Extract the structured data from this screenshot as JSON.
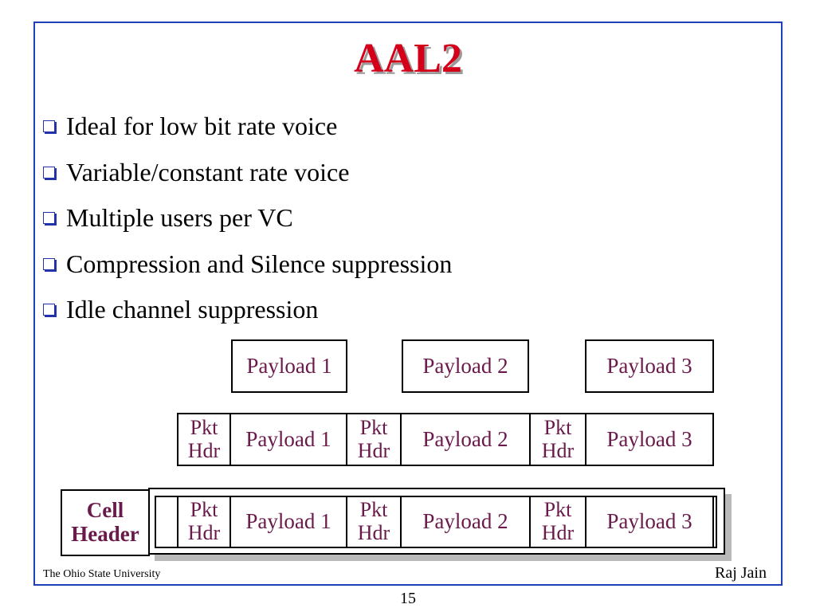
{
  "slide": {
    "title": "AAL2",
    "bullets": [
      "Ideal for low bit rate voice",
      "Variable/constant rate voice",
      "Multiple users per VC",
      "Compression and Silence suppression",
      "Idle channel suppression"
    ],
    "bullet_icon": "hollow-square-bullet-icon"
  },
  "diagram": {
    "payload_row": [
      "Payload 1",
      "Payload 2",
      "Payload 3"
    ],
    "packet_row": {
      "pkt_hdr": "Pkt Hdr",
      "payloads": [
        "Payload 1",
        "Payload 2",
        "Payload 3"
      ]
    },
    "cell_row": {
      "cell_header": "Cell Header",
      "pkt_hdr": "Pkt Hdr",
      "payloads": [
        "Payload 1",
        "Payload 2",
        "Payload 3"
      ]
    }
  },
  "footer": {
    "left": "The Ohio State University",
    "right": "Raj Jain",
    "page_number": "15"
  },
  "colors": {
    "title": "#d4001a",
    "frame": "#1f3fb4",
    "diagram_text": "#6a1a4a",
    "shadow": "#b9b9b9"
  }
}
